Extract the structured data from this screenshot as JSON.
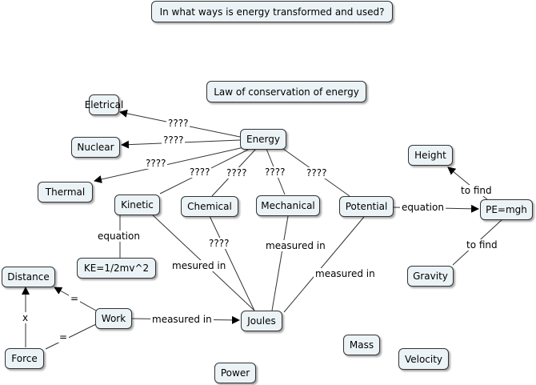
{
  "title": "In what ways is energy transformed and used?",
  "nodes": {
    "law": "Law of conservation of energy",
    "energy": "Energy",
    "eletrical": "Eletrical",
    "nuclear": "Nuclear",
    "thermal": "Thermal",
    "kinetic": "Kinetic",
    "chemical": "Chemical",
    "mechanical": "Mechanical",
    "potential": "Potential",
    "height": "Height",
    "pe": "PE=mgh",
    "gravity": "Gravity",
    "ke": "KE=1/2mv^2",
    "distance": "Distance",
    "work": "Work",
    "force": "Force",
    "joules": "Joules",
    "mass": "Mass",
    "velocity": "Velocity",
    "power": "Power"
  },
  "links": {
    "energy_eletrical": "????",
    "energy_nuclear": "????",
    "energy_thermal": "????",
    "energy_kinetic": "????",
    "energy_chemical": "????",
    "energy_mechanical": "????",
    "energy_potential": "????",
    "potential_pe": "equation",
    "pe_height": "to find",
    "gravity_pe": "to find",
    "kinetic_ke": "equation",
    "kinetic_joules": "mesured in",
    "chemical_joules": "????",
    "mechanical_joules": "measured in",
    "potential_joules": "measured in",
    "work_joules": "measured in",
    "work_distance": "=",
    "force_work": "=",
    "force_distance": "x"
  }
}
